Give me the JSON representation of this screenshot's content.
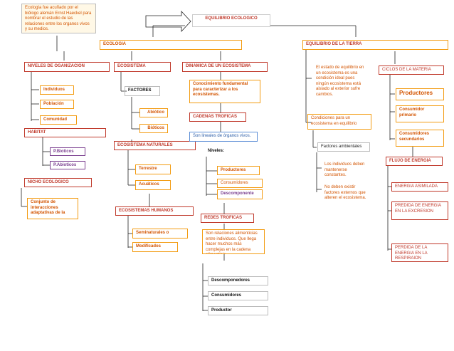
{
  "intro_note": "Ecología fue acuñado por el biólogo alemán Ernst Haeckel para nombrar el estudio de las relaciones entre los organos vivos y su medios.",
  "main_title": "EQUILIBRIO ECOLOGICO",
  "ecologia": "ECOLOGIA",
  "equilibrio_tierra": "EQUILIBRIO DE LA TIERRA",
  "niveles": {
    "title": "NIVELES DE OGANIZACION",
    "items": [
      "Individuos",
      "Población",
      "Comunidad"
    ]
  },
  "habitat": {
    "title": "HABITAT",
    "items": [
      "P.Bioticos",
      "P.Abioticos"
    ]
  },
  "nicho": {
    "title": "NICHO ECOLOGICO",
    "text": "Conjunto de interacciones adaptativas de la"
  },
  "ecosistema": {
    "title": "ECOSISTEMA",
    "factores": "FACTORES",
    "items": [
      "Abiótico",
      "Bióticos"
    ]
  },
  "ecosistema_natural": {
    "title": "ECOSISTEMA NATURALES",
    "items": [
      "Terrestre",
      "Acuáticos"
    ]
  },
  "ecosistema_humano": {
    "title": "ECOSISTEMAS HUMANOS",
    "items": [
      "Seminaturales o",
      "Modificados"
    ]
  },
  "dinamica": {
    "title": "DINAMICA DE UN ECOSISTEMA",
    "conocimiento": "Conocimiento fundamental para caracterizar a los ecosistemas.",
    "cadenas": "CADENAS TROFICAS",
    "series": "Son lineales de órganos vivos.",
    "niveles_label": "Niveles:",
    "niveles_items": [
      "Productores",
      "Consumidores",
      "Descomponente"
    ]
  },
  "redes": {
    "title": "REDES TROFICAS",
    "text": "Son relaciones alimenticias entre individuos. Que llega hacer muchos más complejas en la cadena alimenticia",
    "items": [
      "Descomponedores",
      "Consumidores",
      "Productor"
    ]
  },
  "equilibrio": {
    "estado": "El estado de equilibrio en un ecosistema es una condición ideal pues ningún ecosistema está aislado al exterior sufre cambios.",
    "condiciones": "Condiciones para un ecosistema en equilibrio",
    "factores_amb": "Factores ambientales",
    "individuos": "Los individuos deben mantenerse constantes.",
    "no_deben": "No deben existir factores externos que alteren el ecosistema."
  },
  "ciclos": {
    "title": "CICLOS DE LA MATERIA",
    "items": [
      "Productores",
      "Consumidor primario",
      "Consumidores secundarios"
    ]
  },
  "flujo": {
    "title": "FLUJO DE ENERGIA",
    "items": [
      "ENERGIA ASIMILADA",
      "PREDIDA DE ENERGIA EN LA EXCRESION",
      "PERDIDA DE LA ENERGIA EN LA RESPIRAION"
    ]
  }
}
